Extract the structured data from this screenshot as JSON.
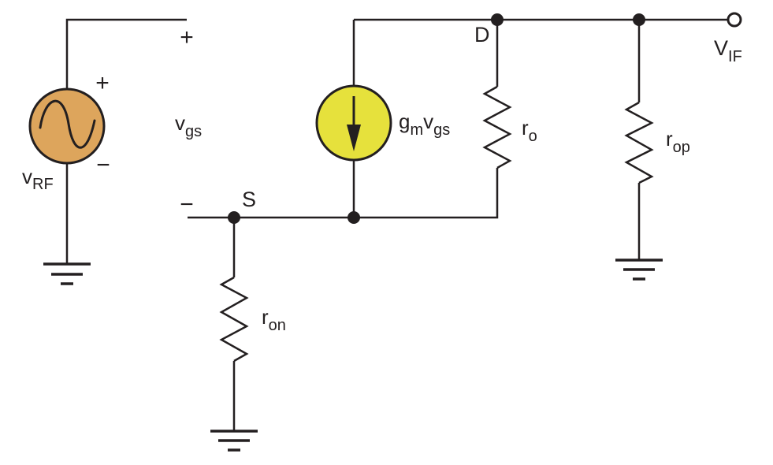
{
  "colors": {
    "wire": "#231f20",
    "vrf_source_fill": "#dda55c",
    "current_source_fill": "#e6e13c",
    "background": "#ffffff"
  },
  "labels": {
    "vrf_main": "v",
    "vrf_sub": "RF",
    "vgs_main": "v",
    "vgs_sub": "gs",
    "gm_g": "g",
    "gm_m": "m",
    "gm_v": "v",
    "gm_gs": "gs",
    "ro_main": "r",
    "ro_sub": "o",
    "rop_main": "r",
    "rop_sub": "op",
    "ron_main": "r",
    "ron_sub": "on",
    "vif_main": "V",
    "vif_sub": "IF",
    "node_drain": "D",
    "node_source": "S",
    "gate_plus": "+",
    "gate_minus": "−",
    "source_plus": "+",
    "source_minus": "−"
  }
}
